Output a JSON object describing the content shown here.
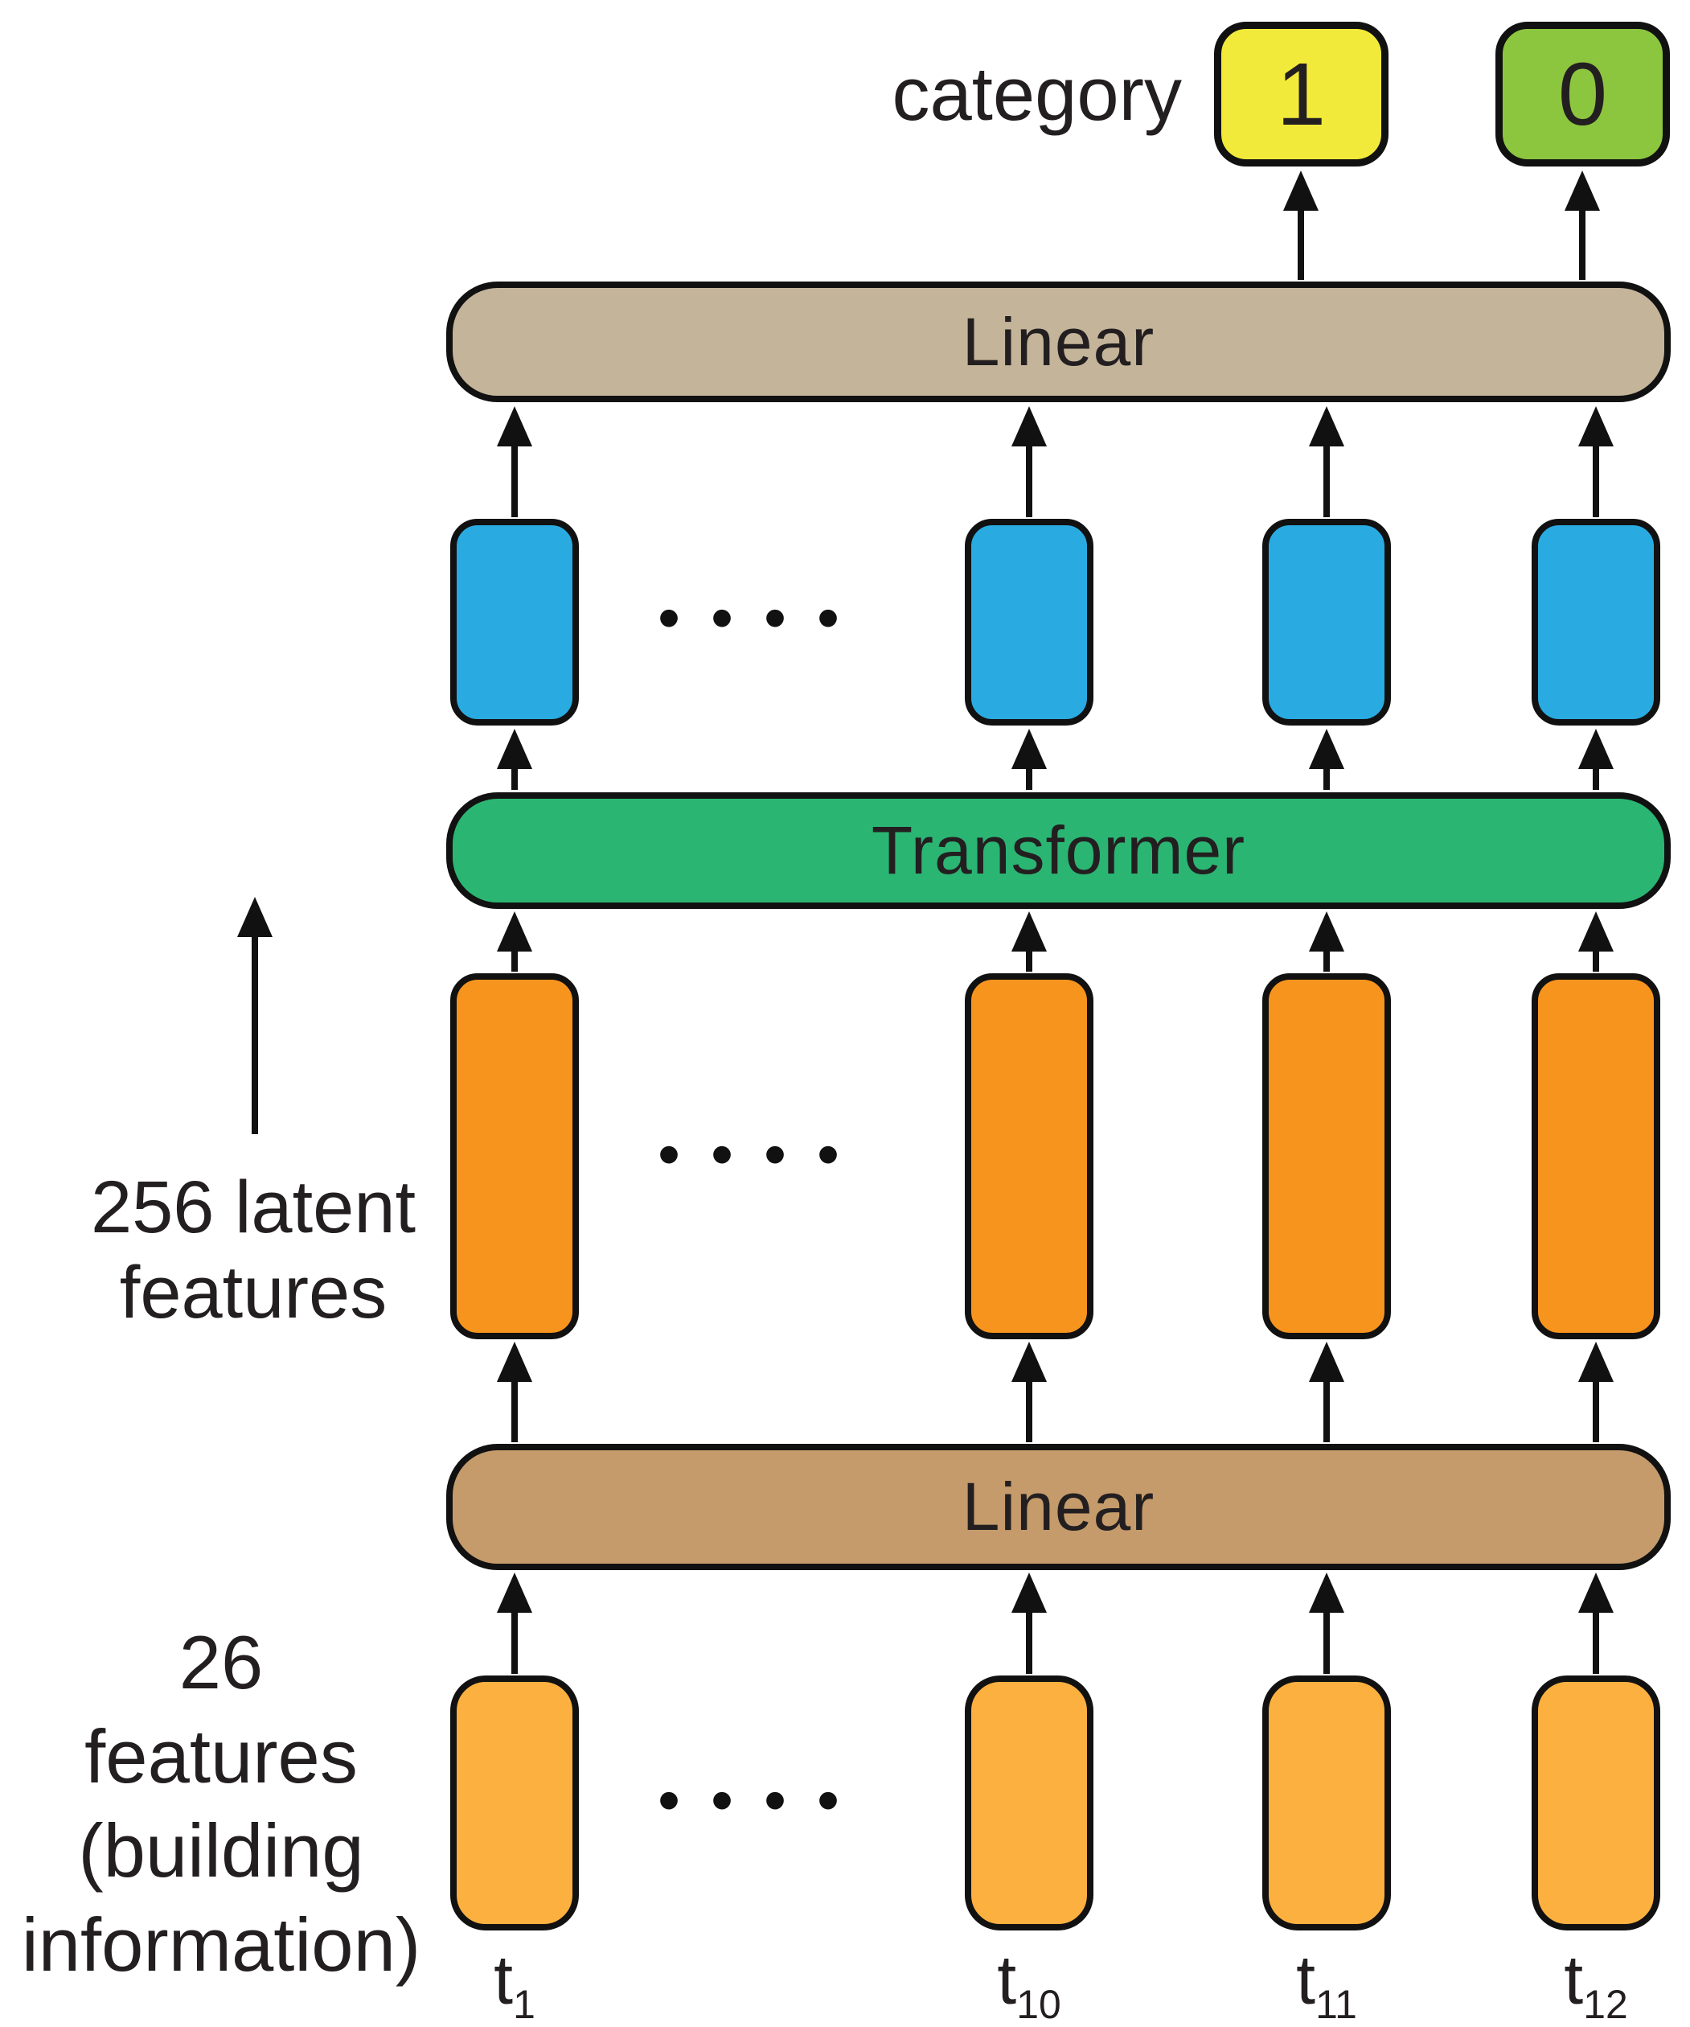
{
  "figure_title": "transformer-classifier-architecture",
  "category": {
    "label": "category",
    "boxes": [
      {
        "value": "1",
        "color_key": "category-yellow"
      },
      {
        "value": "0",
        "color_key": "category-green"
      }
    ]
  },
  "bars": {
    "top_label": "Linear",
    "middle_label": "Transformer",
    "bottom_label": "Linear"
  },
  "dots": "••••",
  "tokens": {
    "t_base": "t",
    "time_steps": [
      "1",
      "10",
      "11",
      "12"
    ]
  },
  "left_annotations": {
    "latent_lines": [
      "256 latent",
      "features"
    ],
    "input_lines": [
      "26",
      "features",
      "(building",
      "information)"
    ]
  },
  "colors": {
    "bar-top": "#C4B49A",
    "bar-bottom": "#C59B6B",
    "transformer": "#2BB573",
    "token-blue": "#29ABE2",
    "token-orange": "#F7941E",
    "token-amber": "#FBB040",
    "category-yellow": "#F2EA3A",
    "category-green": "#8CC63F",
    "stroke": "#111111",
    "text": "#231F20"
  }
}
